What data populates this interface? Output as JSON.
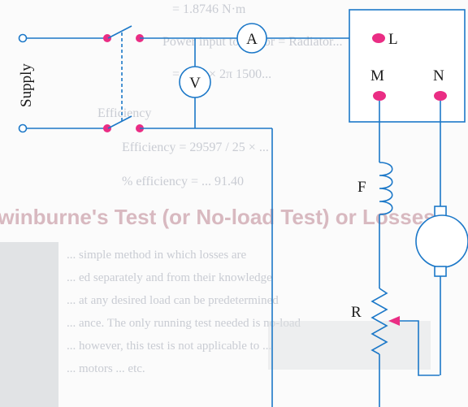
{
  "background_page_text": {
    "lines": [
      "= 1.8746 N·m",
      "Power input to Motor = Radiator...",
      "= 18.6 × 2π 1500...",
      "Efficiency",
      "Efficiency = 29597 / 25 × ...",
      "% efficiency = ... 91.40"
    ],
    "heading": "Swinburne's Test (or No-load Test) or Losses",
    "paragraph": [
      "... simple method in which losses are",
      "... ed separately and from their knowledge",
      "... at any desired load can be predetermined",
      "... ance. The only running test needed is no-load",
      "... however, this test is not applicable to ...",
      "... motors ... etc."
    ]
  },
  "diagram": {
    "supply_label": "Supply",
    "ammeter_label": "A",
    "voltmeter_label": "V",
    "terminal_l_label": "L",
    "terminal_m_label": "M",
    "terminal_n_label": "N",
    "field_winding_label": "F",
    "rheostat_label": "R",
    "colors": {
      "wire": "#1c78c8",
      "terminal": "#ea2d84",
      "ink": "#1a1a1a"
    }
  }
}
